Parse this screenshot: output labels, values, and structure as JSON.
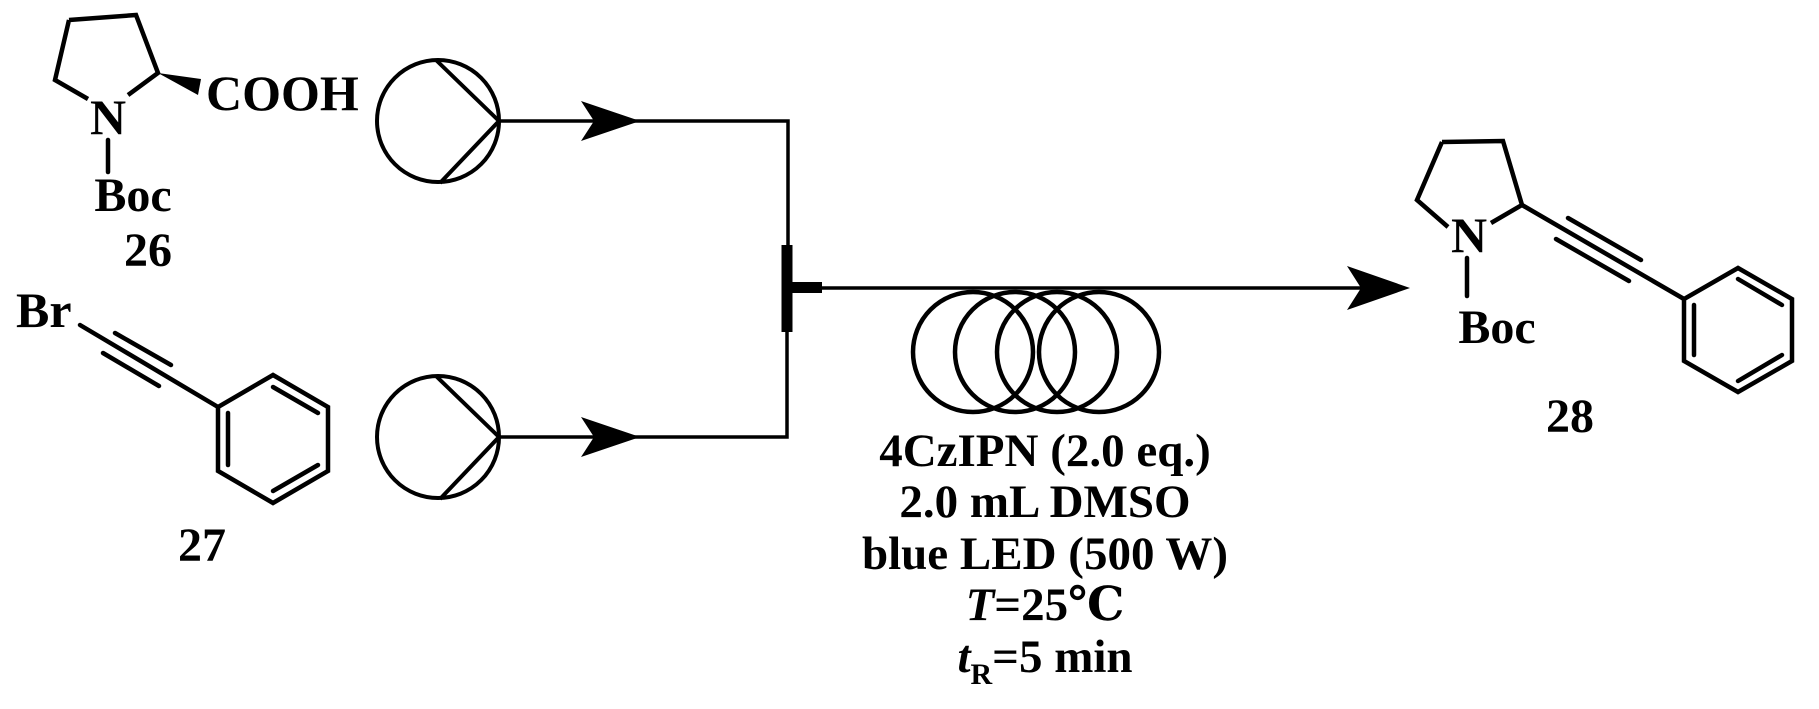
{
  "colors": {
    "ink": "#000000",
    "background": "#ffffff"
  },
  "molecules": {
    "reactant_26": {
      "id_label": "26",
      "amine_label": "N",
      "protecting_group": "Boc",
      "acid_group": "COOH"
    },
    "reactant_27": {
      "id_label": "27",
      "halogen_label": "Br"
    },
    "product_28": {
      "id_label": "28",
      "amine_label": "N",
      "protecting_group": "Boc"
    }
  },
  "conditions": {
    "photocatalyst": "4CzIPN (2.0 eq.)",
    "solvent": "2.0 mL DMSO",
    "light_source": "blue LED (500 W)",
    "temperature": {
      "symbol": "T",
      "value": "=25℃"
    },
    "residence_time": {
      "symbol": "t",
      "subscript": "R",
      "value": "=5 min"
    }
  }
}
